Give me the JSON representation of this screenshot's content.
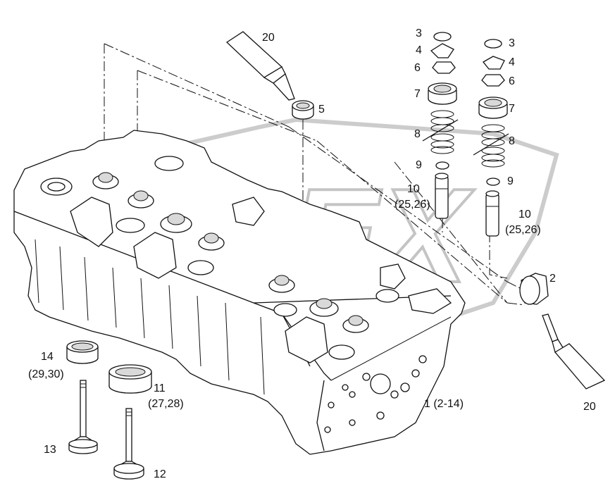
{
  "watermark": "OPEX",
  "callouts": [
    {
      "id": "c20a",
      "text": "20"
    },
    {
      "id": "c5",
      "text": "5"
    },
    {
      "id": "c3a",
      "text": "3"
    },
    {
      "id": "c4a",
      "text": "4"
    },
    {
      "id": "c6a",
      "text": "6"
    },
    {
      "id": "c7a",
      "text": "7"
    },
    {
      "id": "c8a",
      "text": "8"
    },
    {
      "id": "c9a",
      "text": "9"
    },
    {
      "id": "c10a",
      "text": "10"
    },
    {
      "id": "c10a_sub",
      "text": "(25,26)"
    },
    {
      "id": "c3b",
      "text": "3"
    },
    {
      "id": "c4b",
      "text": "4"
    },
    {
      "id": "c6b",
      "text": "6"
    },
    {
      "id": "c7b",
      "text": "7"
    },
    {
      "id": "c8b",
      "text": "8"
    },
    {
      "id": "c9b",
      "text": "9"
    },
    {
      "id": "c10b",
      "text": "10"
    },
    {
      "id": "c10b_sub",
      "text": "(25,26)"
    },
    {
      "id": "c2",
      "text": "2"
    },
    {
      "id": "c20b",
      "text": "20"
    },
    {
      "id": "c1",
      "text": "1 (2-14)"
    },
    {
      "id": "c14",
      "text": "14"
    },
    {
      "id": "c14_sub",
      "text": "(29,30)"
    },
    {
      "id": "c11",
      "text": "11"
    },
    {
      "id": "c11_sub",
      "text": "(27,28)"
    },
    {
      "id": "c13",
      "text": "13"
    },
    {
      "id": "c12",
      "text": "12"
    }
  ]
}
